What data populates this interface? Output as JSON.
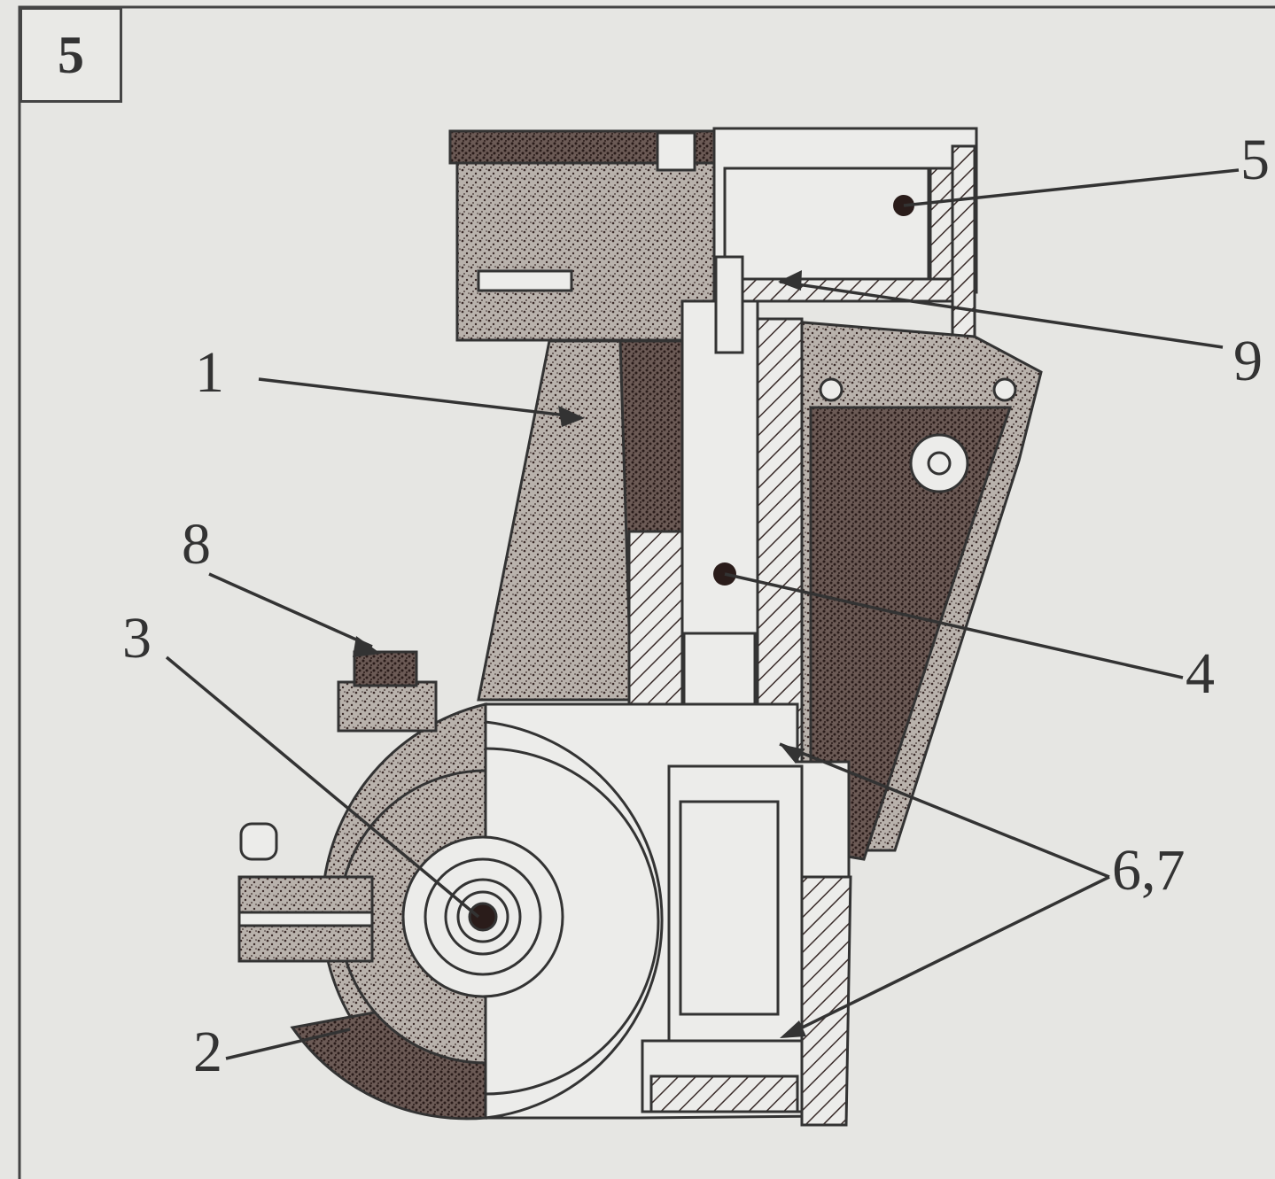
{
  "figure_number": "5",
  "callouts": {
    "c1": "1",
    "c2": "2",
    "c3": "3",
    "c4": "4",
    "c5": "5",
    "c67": "6,7",
    "c8": "8",
    "c9": "9"
  },
  "colors": {
    "background": "#e6e6e3",
    "ink": "#3a2c2a",
    "stipple": "#3a2a28",
    "light_fill": "#ececea",
    "outline": "#333333"
  }
}
